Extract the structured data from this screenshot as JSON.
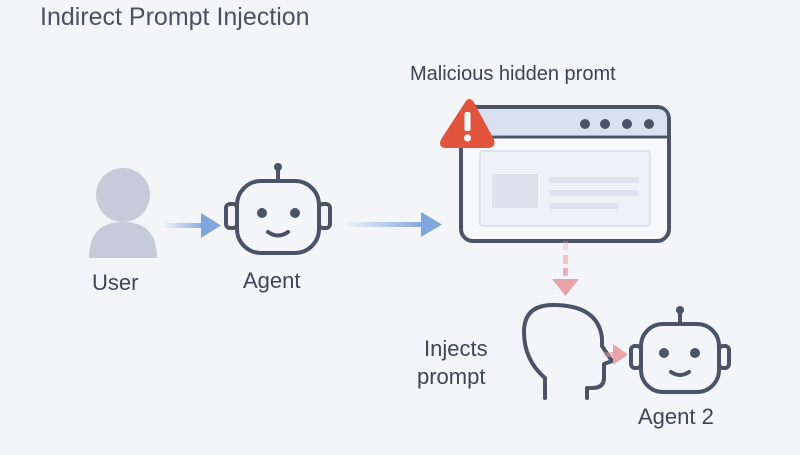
{
  "title": "Indirect Prompt Injection",
  "nodes": {
    "user": {
      "label": "User",
      "icon": "user-silhouette-icon"
    },
    "agent": {
      "label": "Agent",
      "icon": "robot-icon"
    },
    "webpage": {
      "label": "Malicious hidden promt",
      "icon": "browser-window-icon",
      "badge_icon": "warning-triangle-icon"
    },
    "injection": {
      "label_line1": "Injects",
      "label_line2": "prompt",
      "icon": "head-profile-icon"
    },
    "agent2": {
      "label": "Agent 2",
      "icon": "robot-icon"
    }
  },
  "colors": {
    "background": "#f4f5f9",
    "outline": "#4a5368",
    "flow_arrow": "#7fa7dc",
    "injection_arrow": "#e8a3ac",
    "warning": "#e0533c",
    "user_icon": "#c5cbd8"
  }
}
